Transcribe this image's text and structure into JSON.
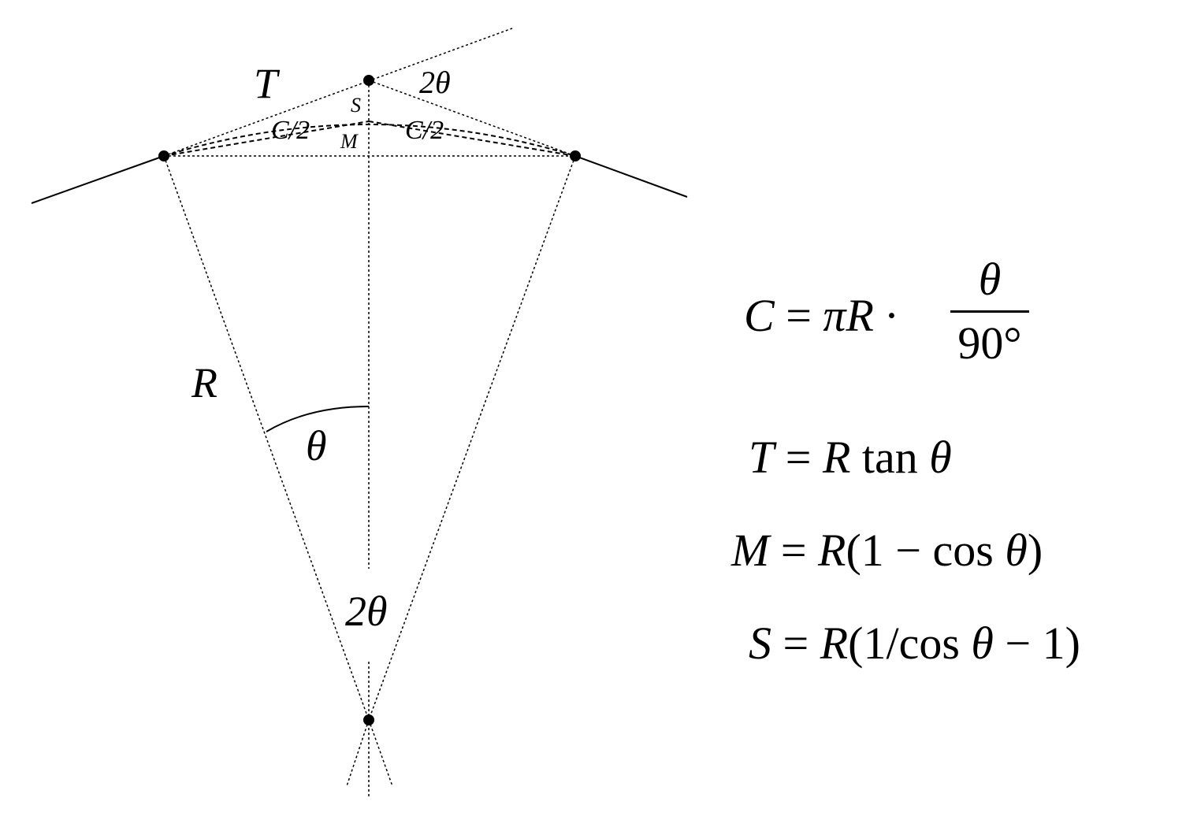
{
  "labels": {
    "T": "T",
    "two_theta_top": "2θ",
    "S": "S",
    "M": "M",
    "C_half_left": "C/2",
    "C_half_right": "C/2",
    "R": "R",
    "theta": "θ",
    "two_theta_center": "2θ"
  },
  "formulas": {
    "C": {
      "lhs": "C",
      "eq": " = ",
      "rhs": "πR · ",
      "num": "θ",
      "den": "90°"
    },
    "T": {
      "lhs": "T",
      "eq": " = ",
      "rhs_a": "R",
      "rhs_b": " tan ",
      "rhs_c": "θ"
    },
    "M": {
      "lhs": "M",
      "eq": " = ",
      "rhs_a": "R",
      "rhs_b": "(1 − cos ",
      "rhs_c": "θ",
      "rhs_d": ")"
    },
    "S": {
      "lhs": "S",
      "eq": " = ",
      "rhs_a": "R",
      "rhs_b": "(1/cos ",
      "rhs_c": "θ",
      "rhs_d": " − 1)"
    }
  }
}
